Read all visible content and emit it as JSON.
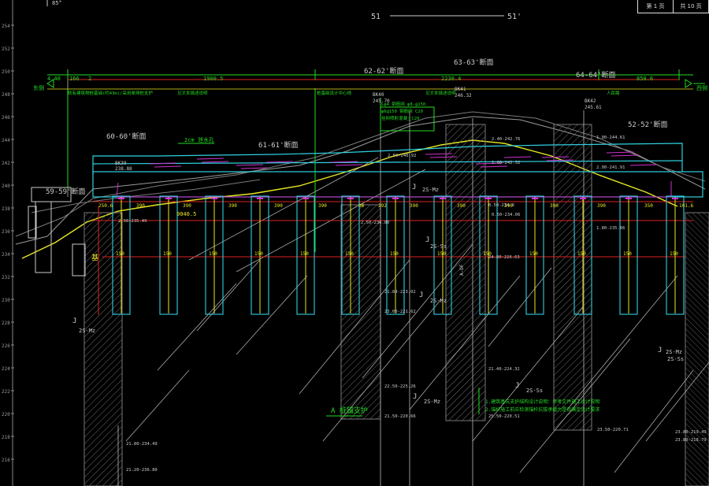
{
  "sheet": {
    "cells": [
      "第 1 页",
      "共 10 页"
    ]
  },
  "section_top": {
    "left": "51",
    "right": "51'"
  },
  "top_left_mark": "85°",
  "elevations": [
    "254",
    "252",
    "250",
    "248",
    "246",
    "244",
    "242",
    "240",
    "238",
    "236",
    "234",
    "232",
    "230",
    "228",
    "226",
    "224",
    "222",
    "220",
    "218",
    "216"
  ],
  "sections": {
    "s59": "59-59'断面",
    "s60": "60-60'断面",
    "s61": "61-61'断面",
    "s62": "62-62'断面",
    "s63": "63-63'断面",
    "s64": "64-64'断面",
    "s52": "52-52'断面"
  },
  "arrows": {
    "left": "东侧",
    "right": "西侧"
  },
  "top_dims": [
    "4.40",
    "166",
    "2",
    "1900.5",
    "2230.4",
    "850.6"
  ],
  "top_notes": [
    "既有建筑物桩基础(约43m)/采用单排桩支护",
    "见文本描述说明",
    "桩基础设计中心线",
    "见文本描述说明",
    "人民路"
  ],
  "boreholes": [
    "BK40",
    "BK41",
    "BK42"
  ],
  "bh_elev": [
    "245.70",
    "246.32",
    "245.61"
  ],
  "labels": {
    "drain": "2cm 泄水孔",
    "dk_left": "BK39",
    "dk_left_elev": "238.88",
    "top_mid_notes": [
      "Lφ4 钢筋网 φ8-@150",
      "φ6@150 钢筋网 C20",
      "挂网喷射混凝土C20"
    ],
    "elev_marks": [
      "2.40-242.76",
      "1.00-242.32",
      "1.00-244.61",
      "2.00-241.91",
      "2.50-240.92"
    ],
    "geo_marks": [
      "J",
      "2S-Mz",
      "J",
      "2S-Ss",
      "J",
      "2S-Mz",
      "J",
      "2S-Mz",
      "J",
      "2S-Ss",
      "J",
      "2S-Mz",
      "J",
      "2S-Ss"
    ],
    "low_elev": [
      "21.80-234.49",
      "21.20-236.80",
      "21.88-223.02",
      "23.00-221.62",
      "21.40-224.32",
      "22.50-225.26",
      "21.50-220.66",
      "23.50-220.71",
      "23.80-219.49",
      "23.80-218.79",
      "24.80-226.63",
      "25.50-220.51"
    ],
    "pile_tops": [
      "2.50-235.49",
      "2.50-236.80",
      "0.50-234.06",
      "1.80-235.86",
      "0.50-234.6"
    ],
    "callout": "A 桩锚支护",
    "bottom_note1": "1.建筑基坑支护结构设计说明：参考文件施工设计说明",
    "bottom_note2": "2.锚杆施工前应检测锚杆抗拔承载力是否满足设计要求",
    "side_mark": "2S-Mz",
    "cap_total": "9040.5",
    "left_label": "基",
    "midpile_label": "A-DF"
  },
  "pile_spacings": [
    "250.6",
    "390",
    "390",
    "390",
    "390",
    "390",
    "98",
    "292",
    "390",
    "390",
    "390",
    "390",
    "390",
    "350",
    "101.6"
  ],
  "pile_dims": [
    "150",
    "150",
    "150",
    "150",
    "150",
    "150",
    "150",
    "150",
    "150",
    "150",
    "150",
    "150",
    "150"
  ],
  "colors": {
    "bg": "#000000",
    "green": "#22dd22",
    "yellow": "#e8e822",
    "cyan": "#30d0e0",
    "red": "#e02020",
    "magenta": "#d030d0",
    "white": "#dddddd",
    "gray": "#8a8a8a"
  }
}
